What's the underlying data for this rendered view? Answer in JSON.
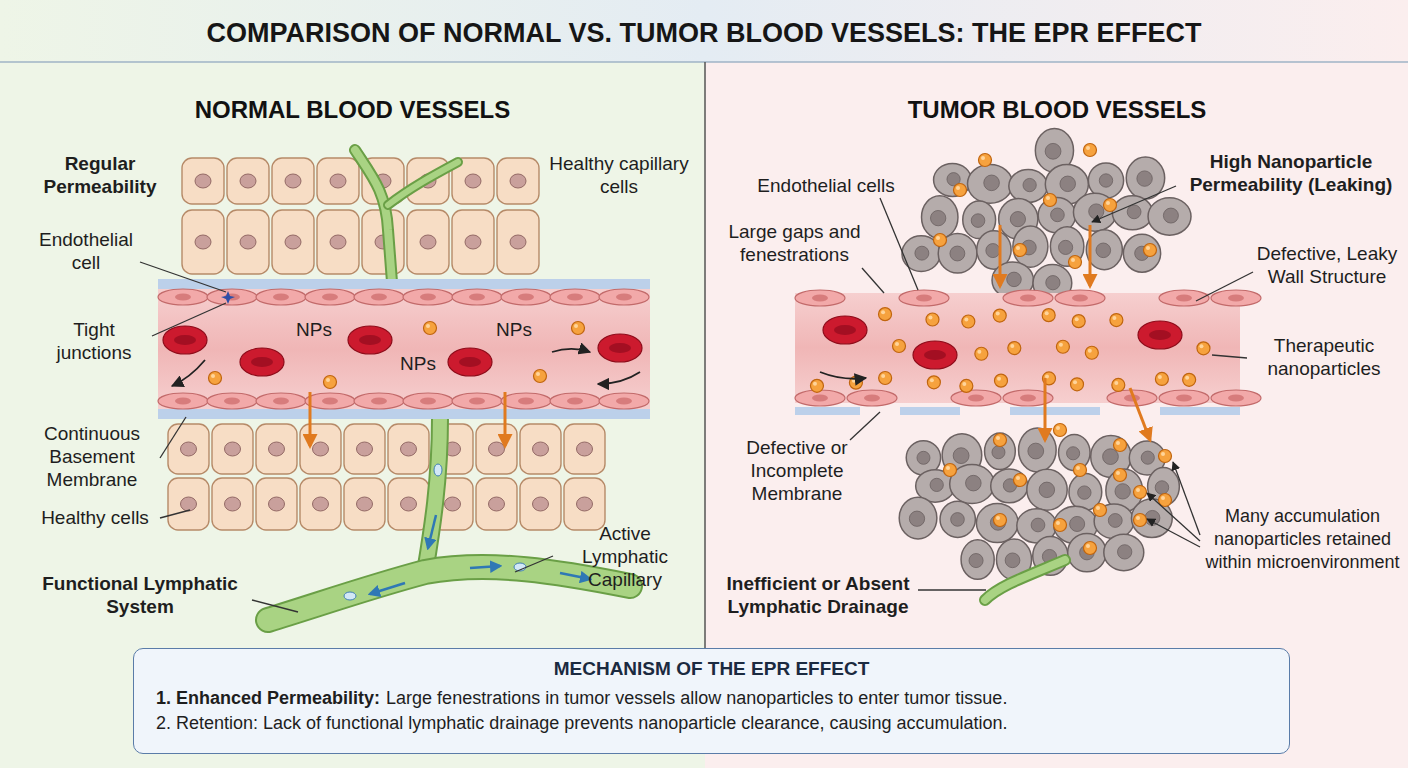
{
  "diagram": {
    "title": "COMPARISON OF NORMAL VS. TUMOR BLOOD VESSELS: THE EPR EFFECT",
    "nodes": [
      {
        "text": [
          "NORMAL BLOOD VESSELS"
        ]
      },
      {
        "text": [
          "TUMOR BLOOD VESSELS"
        ]
      },
      {
        "text": [
          "MECHANISM OF THE EPR EFFECT",
          "1. Enhanced Permeability:",
          "Large fenestrations in tumor vessels allow nanoparticles to enter tumor tissue.",
          "2. Retention: Lack of functional lymphatic drainage prevents nanoparticle clearance, causing accumulation."
        ]
      }
    ],
    "labels": [
      "Regular Permeability",
      "Healthy capillary cells",
      "Endothelial cell",
      "Tight junctions",
      "NPs",
      "NPs",
      "NPs",
      "Continuous Basement Membrane",
      "Healthy cells",
      "Functional Lymphatic System",
      "Active Lymphatic Capillary",
      "Endothelial cells",
      "Large gaps and fenestrations",
      "High Nanoparticle Permeability (Leaking)",
      "Defective, Leaky Wall Structure",
      "Therapeutic nanoparticles",
      "Defective or Incomplete Membrane",
      "Many accumulation nanoparticles retained within microenvironment",
      "Inefficient or Absent Lymphatic Drainage"
    ]
  }
}
